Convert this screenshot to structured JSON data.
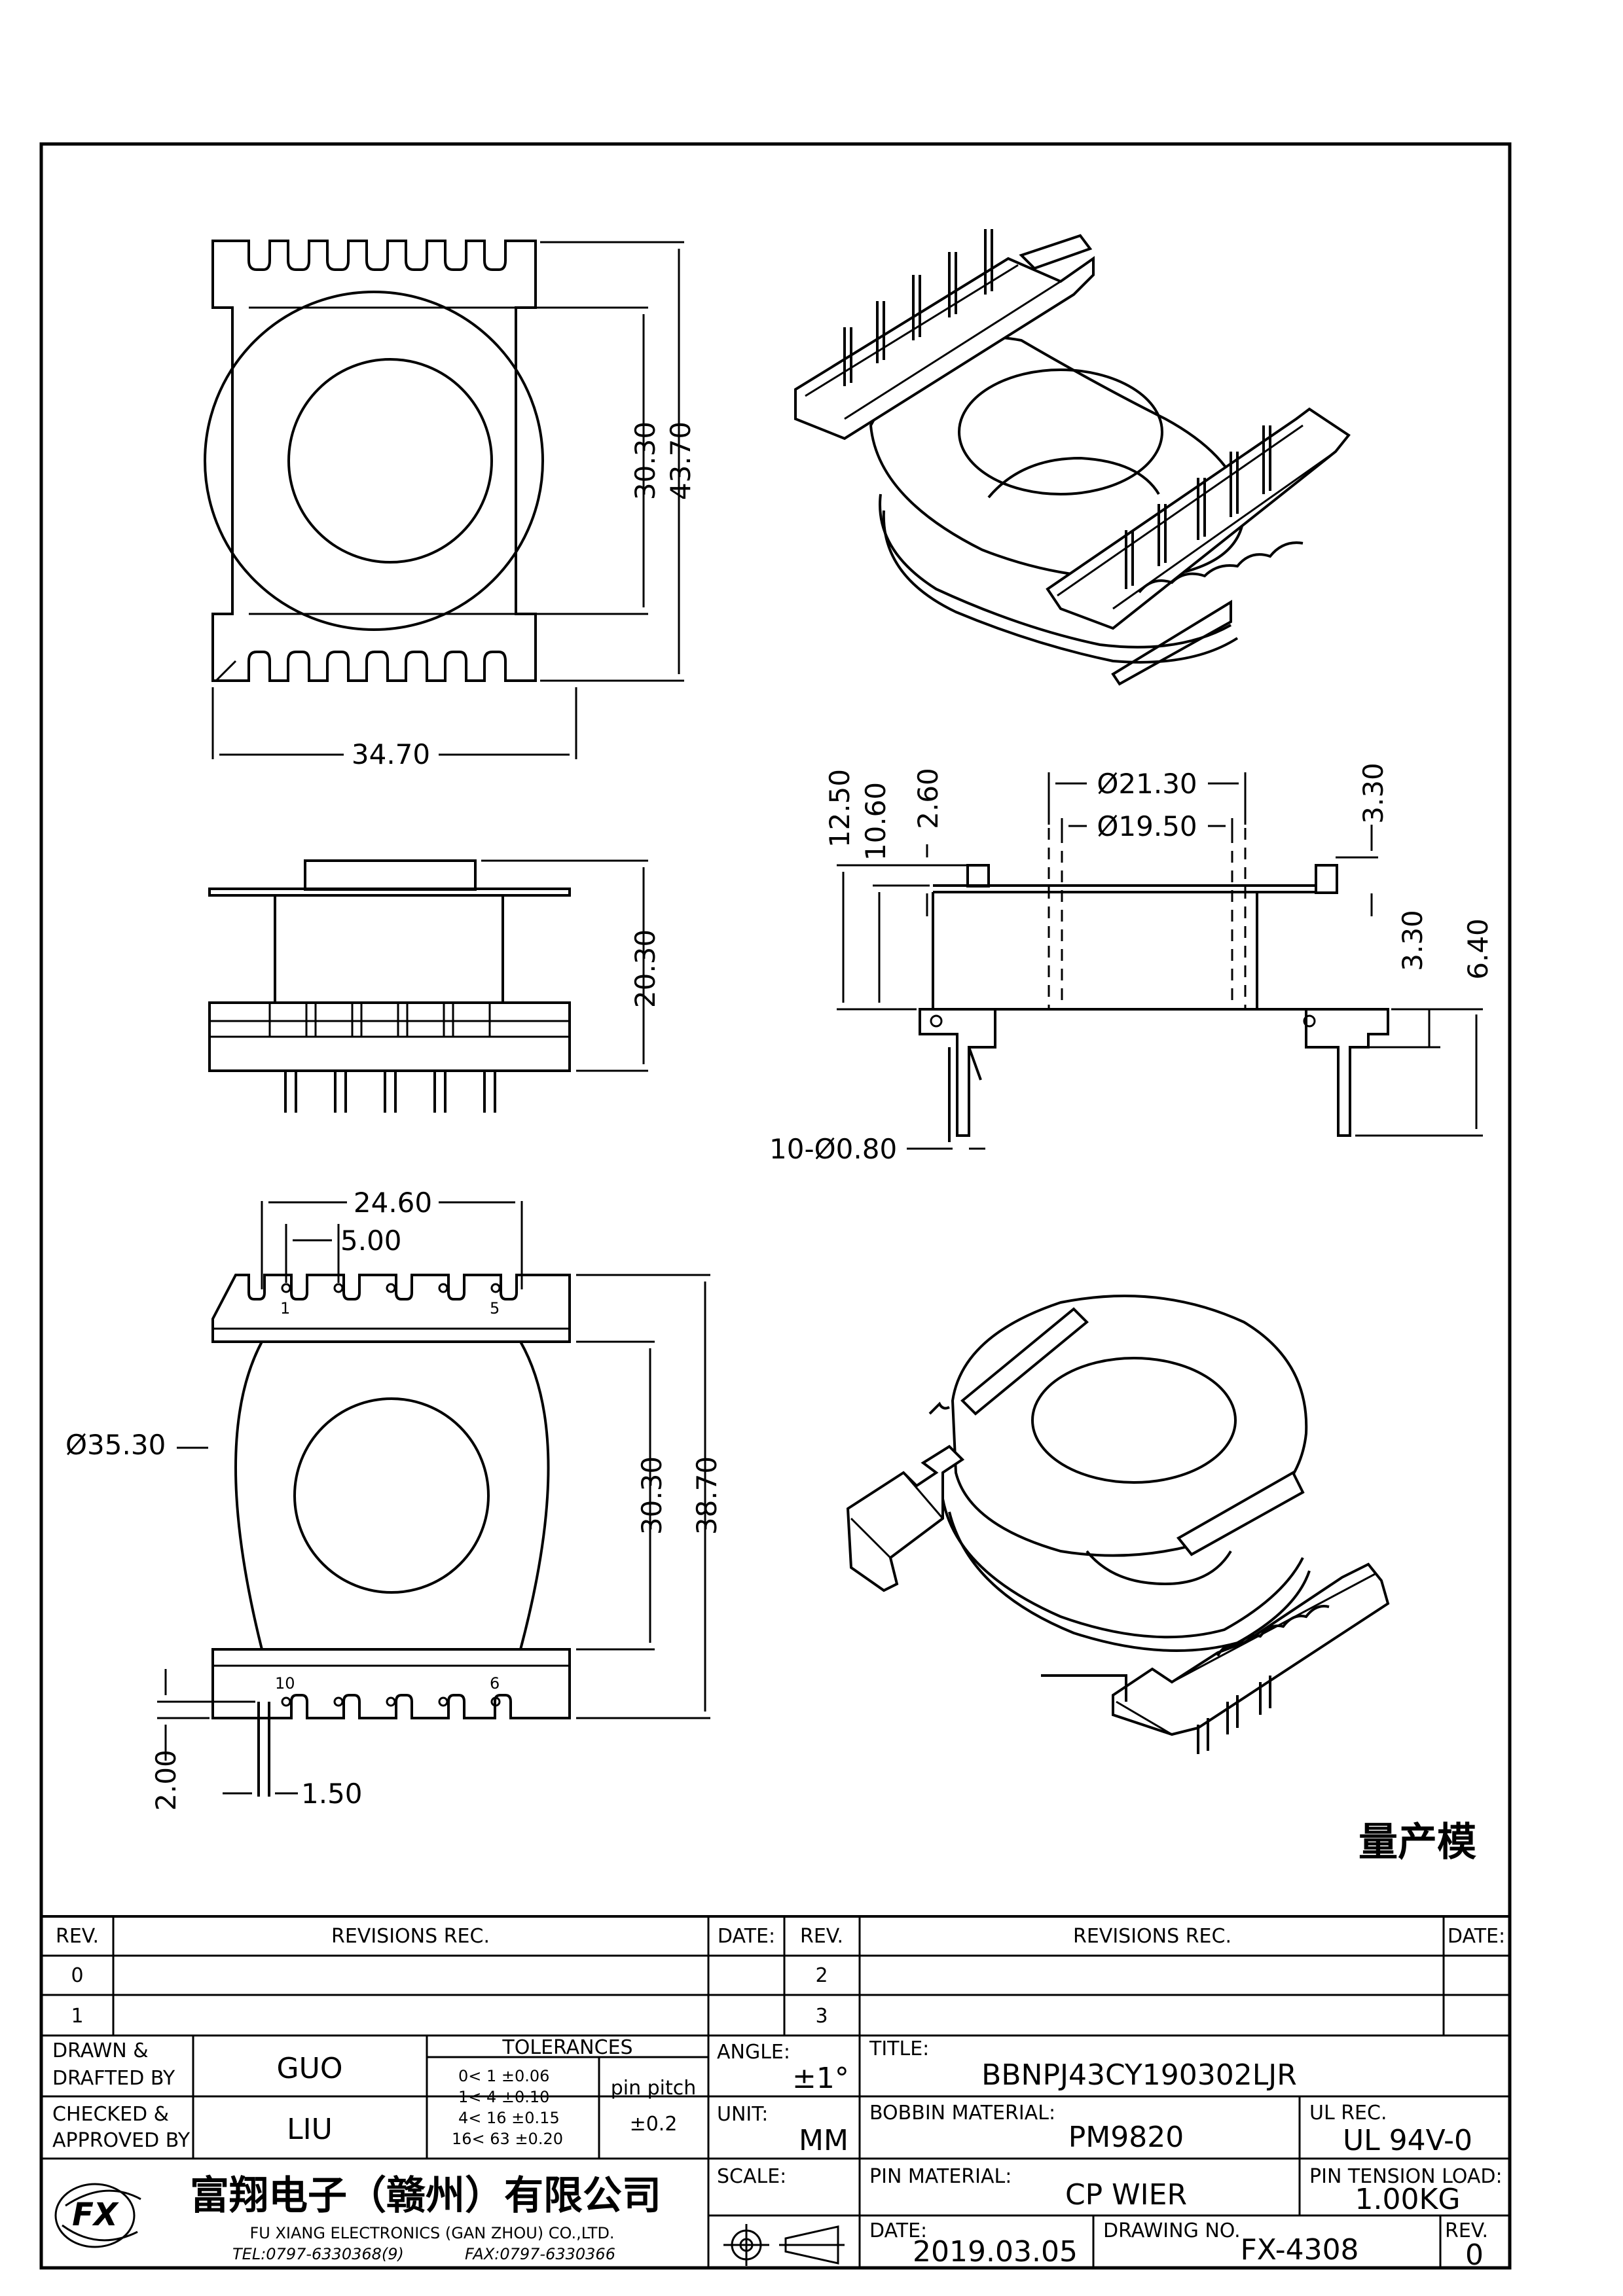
{
  "sheet": {
    "stamp": "量产模",
    "dimensions": {
      "top_width": "34.70",
      "inner_height": "30.30",
      "outer_height": "43.70",
      "side_height": "20.30",
      "d_outer": "Ø21.30",
      "d_inner": "Ø19.50",
      "h_12_50": "12.50",
      "h_10_60": "10.60",
      "h_2_60": "2.60",
      "h_3_30_top": "3.30",
      "h_3_30_mid": "3.30",
      "h_6_40": "6.40",
      "pins_note": "10-Ø0.80",
      "pin_span": "24.60",
      "pin_pitch": "5.00",
      "flange_dia": "Ø35.30",
      "bottom_inner_height": "30.30",
      "bottom_outer_height": "38.70",
      "pin_offset_v": "2.00",
      "pin_offset_h": "1.50",
      "pin_labels": [
        "1",
        "5",
        "10",
        "6"
      ]
    }
  },
  "title_block": {
    "rev_header": "REV.",
    "revisions_header": "REVISIONS   REC.",
    "date_header": "DATE:",
    "rev_rows_left": [
      "0",
      "1"
    ],
    "rev_rows_right": [
      "2",
      "3"
    ],
    "drawn_label": "DRAWN &\nDRAFTED BY",
    "drawn_line1": "DRAWN &",
    "drawn_line2": "DRAFTED BY",
    "drawn_value": "GUO",
    "checked_line1": "CHECKED &",
    "checked_line2": "APPROVED BY",
    "checked_value": "LIU",
    "tolerances_label": "TOLERANCES",
    "tol_rows": [
      "0<  1   ±0.06",
      "1<  4   ±0.10",
      "4<  16  ±0.15",
      "16<  63  ±0.20"
    ],
    "pin_pitch_label": "pin pitch",
    "pin_pitch_value": "±0.2",
    "angle_label": "ANGLE:",
    "angle_value": "±1°",
    "unit_label": "UNIT:",
    "unit_value": "MM",
    "scale_label": "SCALE:",
    "title_label": "TITLE:",
    "title_value": "BBNPJ43CY190302LJR",
    "bobbin_material_label": "BOBBIN MATERIAL:",
    "bobbin_material_value": "PM9820",
    "ul_label": "UL REC.",
    "ul_value": "UL 94V-0",
    "pin_material_label": "PIN MATERIAL:",
    "pin_material_value": "CP WIER",
    "pin_tension_label": "PIN TENSION LOAD:",
    "pin_tension_value": "1.00KG",
    "date_label": "DATE:",
    "date_value": "2019.03.05",
    "drawing_no_label": "DRAWING NO.",
    "drawing_no_value": "FX-4308",
    "rev_label": "REV.",
    "rev_value": "0",
    "company_cn": "富翔电子（赣州）有限公司",
    "company_en": "FU XIANG ELECTRONICS (GAN ZHOU) CO.,LTD.",
    "tel": "TEL:0797-6330368(9)",
    "fax": "FAX:0797-6330366",
    "logo_text": "FX"
  }
}
